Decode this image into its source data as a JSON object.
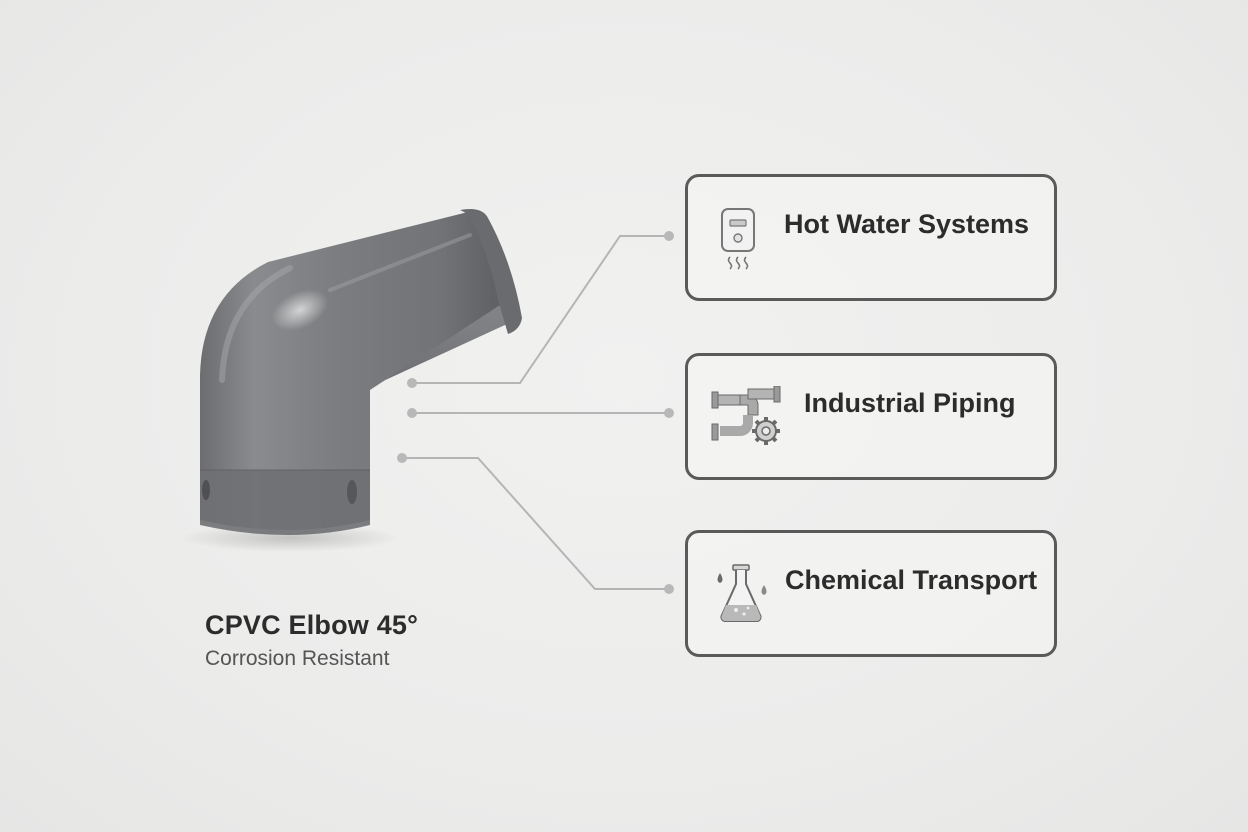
{
  "product": {
    "title": "CPVC Elbow 45°",
    "subtitle": "Corrosion Resistant",
    "image": "gray-pipe-elbow-45-degree"
  },
  "applications": [
    {
      "label": "Hot Water Systems",
      "icon": "water-heater-icon"
    },
    {
      "label": "Industrial Piping",
      "icon": "pipe-gear-icon"
    },
    {
      "label": "Chemical Transport",
      "icon": "chemical-flask-icon"
    }
  ],
  "colors": {
    "pipe": "#7d7e80",
    "card_border": "#5a5a5a",
    "connector": "#b5b5b5",
    "text": "#2c2c2c"
  }
}
